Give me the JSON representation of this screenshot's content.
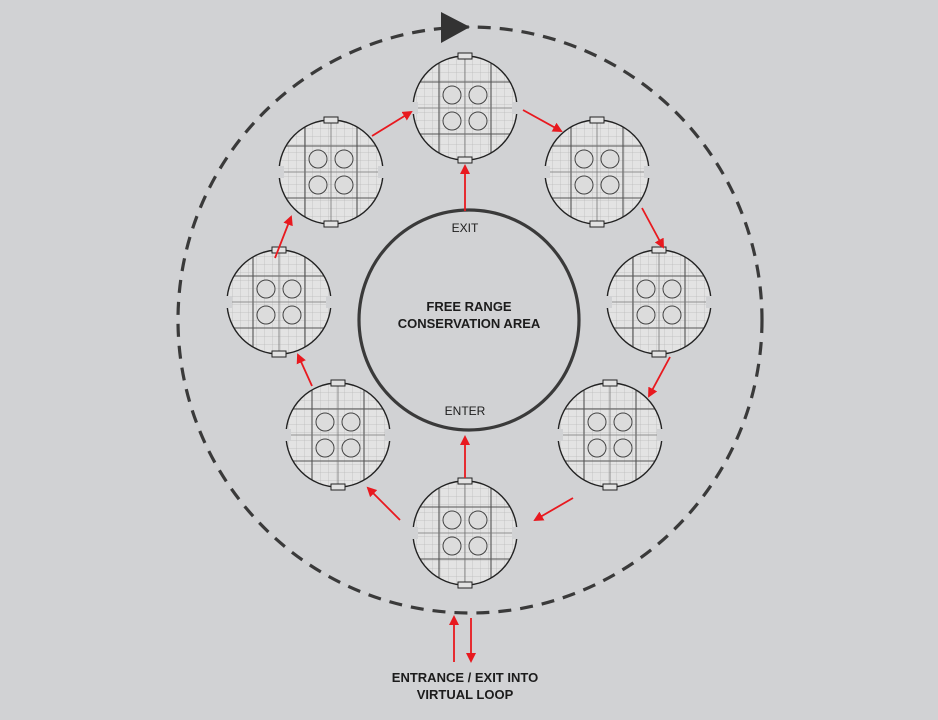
{
  "center": {
    "title_line1": "FREE RANGE",
    "title_line2": "CONSERVATION AREA",
    "exit_label": "EXIT",
    "enter_label": "ENTER"
  },
  "entrance": {
    "line1": "ENTRANCE / EXIT INTO",
    "line2": "VIRTUAL LOOP"
  },
  "colors": {
    "background": "#d1d2d4",
    "outline": "#3a3a3a",
    "arrow": "#e8191f",
    "grid": "#9a9a9a",
    "cell_fill": "#e2e2e2"
  },
  "icons": {
    "loop_direction": "triangle-play-icon"
  },
  "pods_count_label": ""
}
